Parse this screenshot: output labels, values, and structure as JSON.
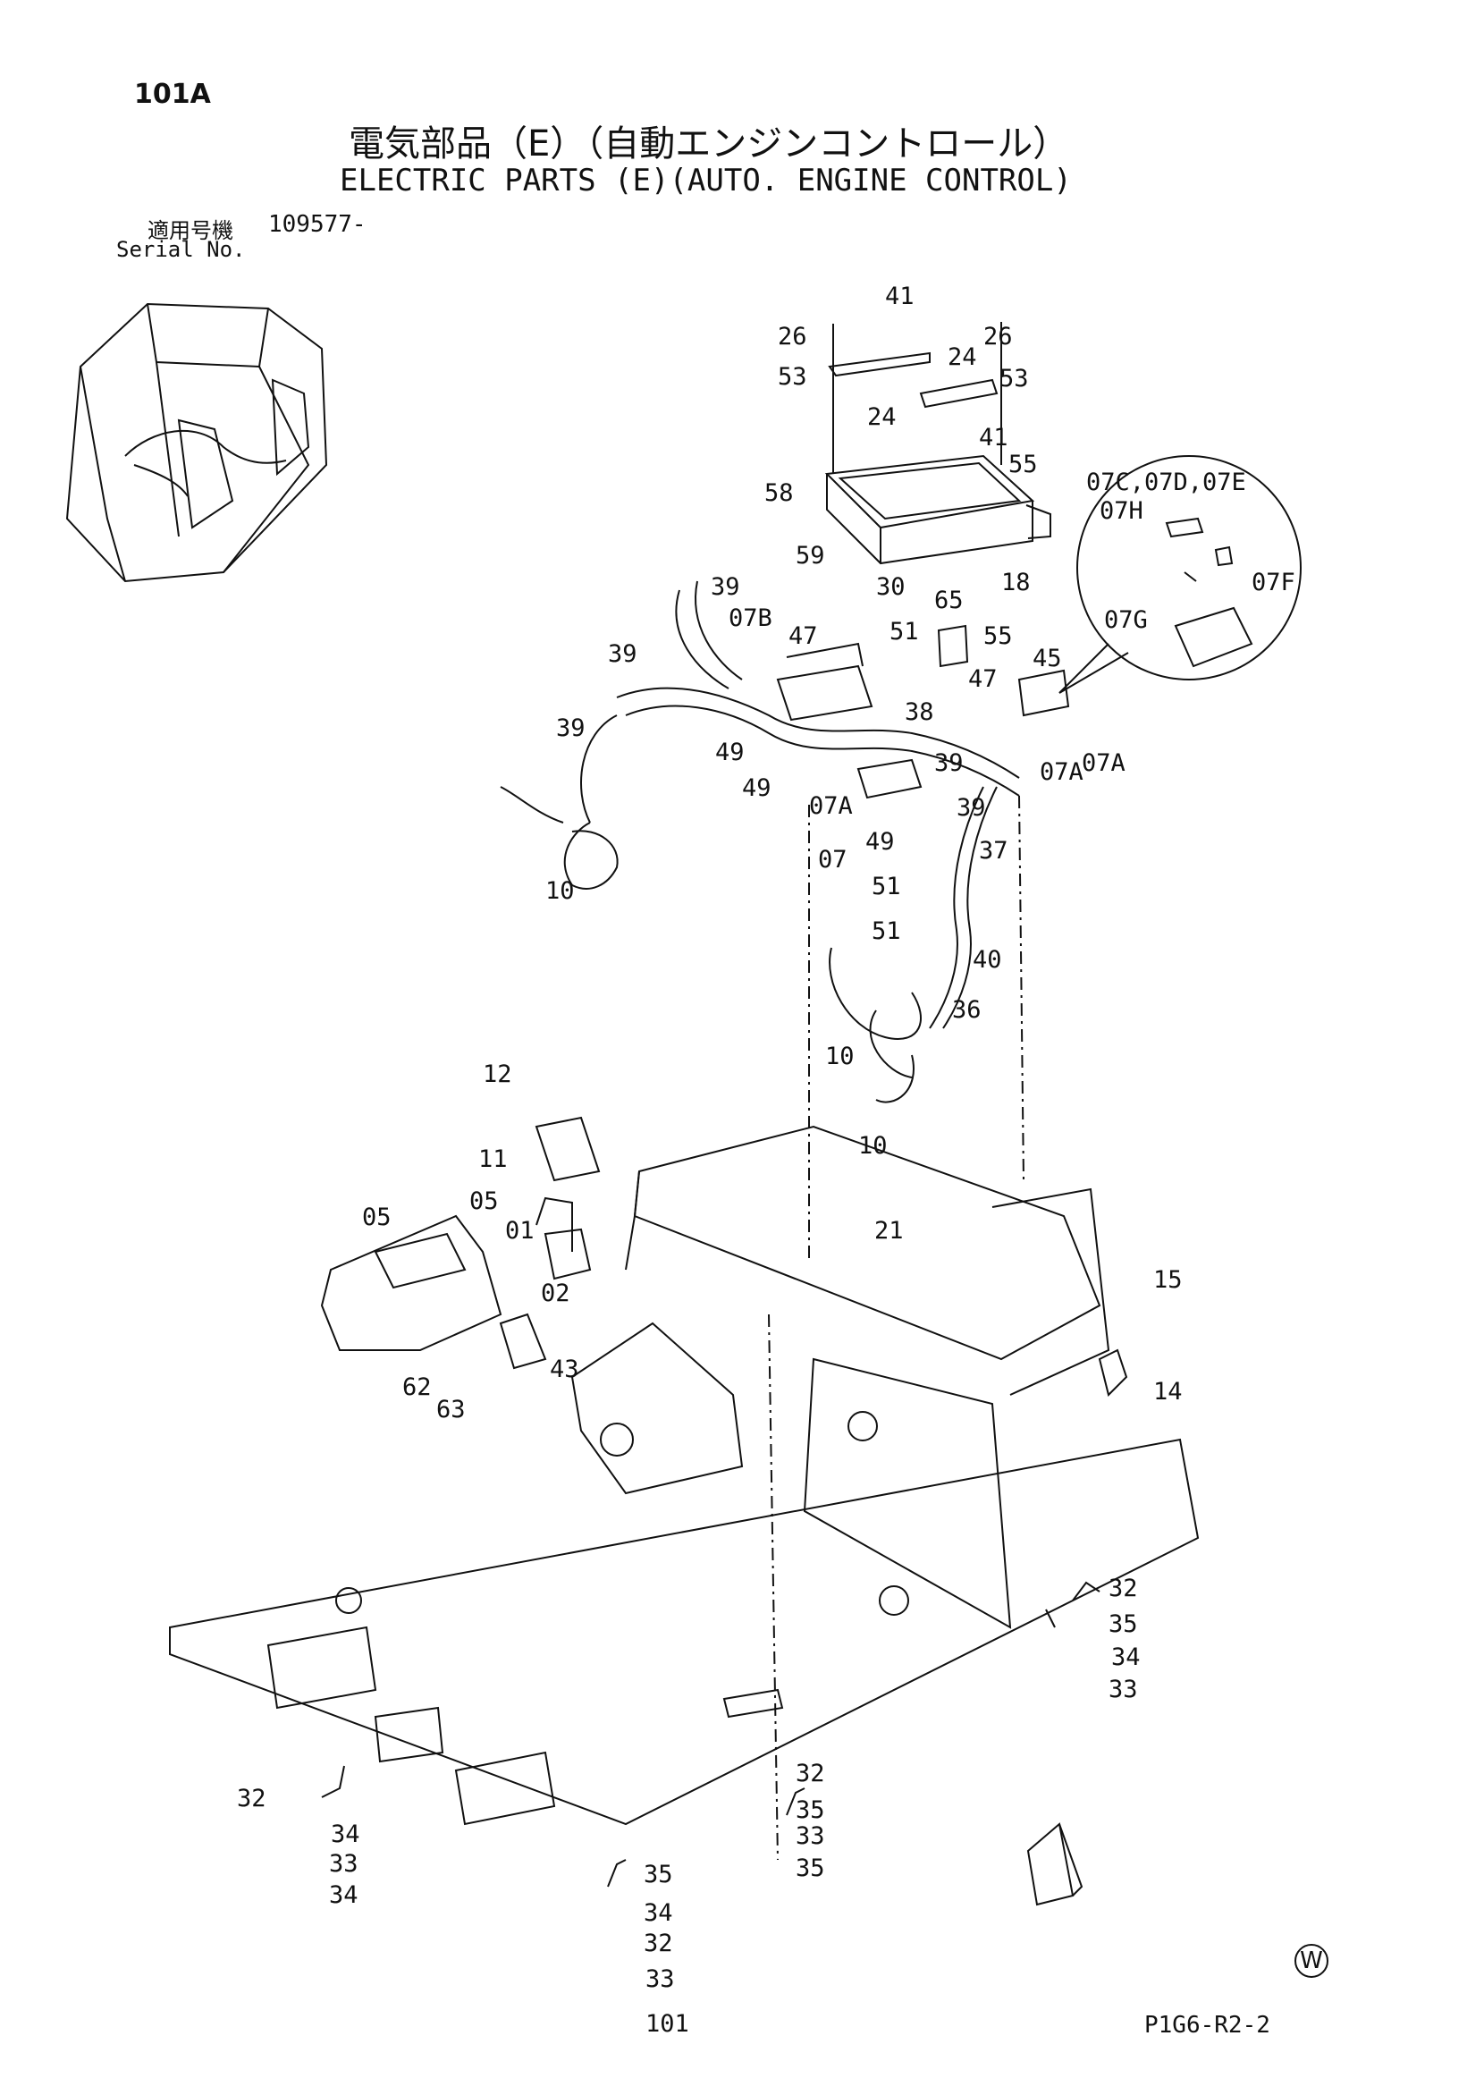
{
  "header": {
    "page_number": "101A",
    "title_jp": "電気部品（E）（自動エンジンコントロール）",
    "title_en": "ELECTRIC PARTS (E)(AUTO. ENGINE CONTROL)",
    "serial_label_jp": "適用号機",
    "serial_value": "109577-",
    "serial_label_en": "Serial No."
  },
  "footer": {
    "drawing_code": "P1G6-R2-2",
    "mark": "W"
  },
  "callouts": [
    "26",
    "41",
    "26",
    "24",
    "53",
    "53",
    "24",
    "41",
    "55",
    "58",
    "18",
    "07C,07D,07E",
    "07H",
    "07F",
    "07G",
    "59",
    "39",
    "07B",
    "30",
    "65",
    "47",
    "51",
    "55",
    "45",
    "39",
    "47",
    "38",
    "39",
    "49",
    "07A",
    "39",
    "07A",
    "49",
    "07A",
    "39",
    "07",
    "49",
    "37",
    "10",
    "51",
    "51",
    "40",
    "10",
    "36",
    "12",
    "10",
    "11",
    "21",
    "05",
    "05",
    "01",
    "15",
    "02",
    "43",
    "62",
    "63",
    "14",
    "32",
    "35",
    "34",
    "33",
    "32",
    "32",
    "35",
    "35",
    "34",
    "34",
    "33",
    "33",
    "32",
    "35",
    "34",
    "33",
    "101"
  ]
}
